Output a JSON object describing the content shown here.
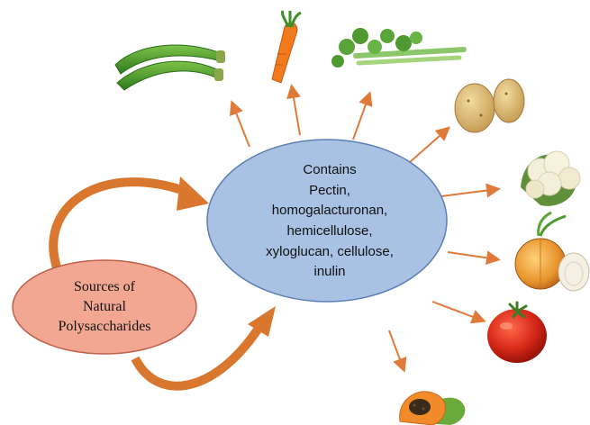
{
  "center": {
    "lines": [
      "Contains",
      "Pectin,",
      "homogalacturonan,",
      "hemicellulose,",
      "xyloglucan, cellulose,",
      "inulin"
    ],
    "fill": "#a9c1e3",
    "stroke": "#5b7fb5"
  },
  "source": {
    "lines": [
      "Sources of",
      "Natural",
      "Polysaccharides"
    ],
    "fill": "#f1a792",
    "stroke": "#c0604a"
  },
  "colors": {
    "arrow": "#e07a3a",
    "curved_arrow": "#d9772f"
  },
  "images": [
    {
      "name": "okra-image",
      "icon": "okra"
    },
    {
      "name": "carrot-image",
      "icon": "carrot"
    },
    {
      "name": "celery-image",
      "icon": "celery"
    },
    {
      "name": "potato-image",
      "icon": "potato"
    },
    {
      "name": "cauliflower-image",
      "icon": "cauliflower"
    },
    {
      "name": "onion-image",
      "icon": "onion"
    },
    {
      "name": "tomato-image",
      "icon": "tomato"
    },
    {
      "name": "papaya-image",
      "icon": "papaya"
    }
  ]
}
